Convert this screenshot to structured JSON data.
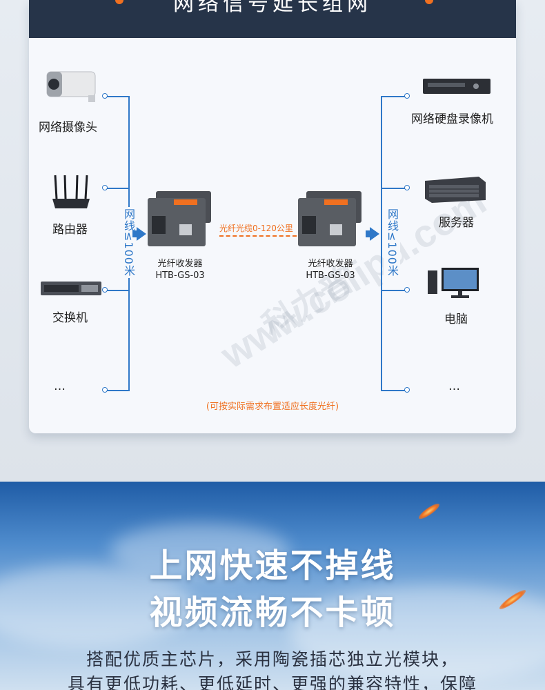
{
  "header": {
    "title": "网络信号延长组网"
  },
  "left_devices": [
    {
      "label": "网络摄像头",
      "icon": "camera-icon"
    },
    {
      "label": "路由器",
      "icon": "router-icon"
    },
    {
      "label": "交换机",
      "icon": "switch-icon"
    },
    {
      "label": "…",
      "icon": ""
    }
  ],
  "right_devices": [
    {
      "label": "网络硬盘录像机",
      "icon": "nvr-icon"
    },
    {
      "label": "服务器",
      "icon": "server-icon"
    },
    {
      "label": "电脑",
      "icon": "computer-icon"
    },
    {
      "label": "…",
      "icon": ""
    }
  ],
  "cable_left": "网线≤100米",
  "cable_right": "网线≤100米",
  "converter_left": {
    "name": "光纤收发器",
    "model": "HTB-GS-03"
  },
  "converter_right": {
    "name": "光纤收发器",
    "model": "HTB-GS-03"
  },
  "fiber_label": "光纤光缆0-120公里",
  "note": "(可按实际需求布置适应长度光纤)",
  "watermark": {
    "cn": "科力普",
    "en": "www.colipu.com"
  },
  "promo": {
    "headline_1": "上网快速不掉线",
    "headline_2": "视频流畅不卡顿",
    "body_1": "搭配优质主芯片，采用陶瓷插芯独立光模块，",
    "body_2": "具有更低功耗、更低延时、更强的兼容特性，保障"
  },
  "colors": {
    "header_bg": "#263449",
    "accent_blue": "#2f78c8",
    "accent_orange": "#f07020"
  }
}
